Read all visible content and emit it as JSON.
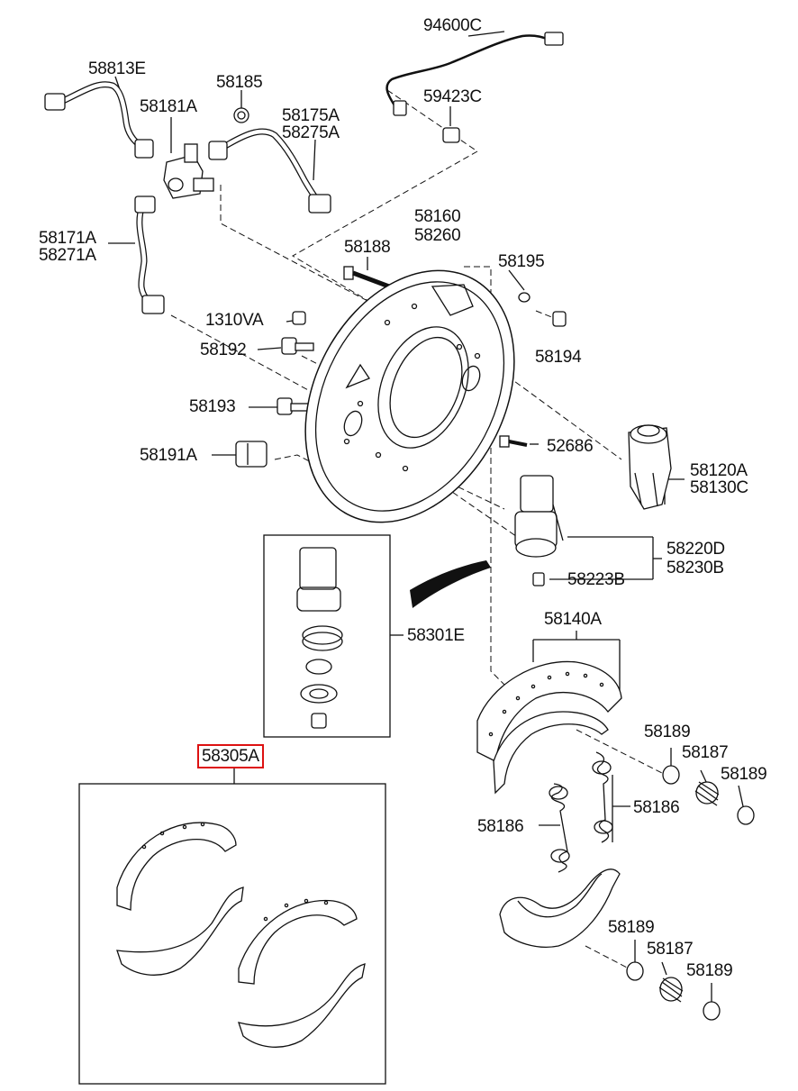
{
  "diagram": {
    "highlight_color": "#dd1111",
    "line_color": "#111111",
    "labels": {
      "p94600C": "94600C",
      "p58813E": "58813E",
      "p58185": "58185",
      "p58181A": "58181A",
      "p59423C": "59423C",
      "p58175A": "58175A",
      "p58275A": "58275A",
      "p58160": "58160",
      "p58260": "58260",
      "p58171A": "58171A",
      "p58271A": "58271A",
      "p58188": "58188",
      "p58195": "58195",
      "p1310VA": "1310VA",
      "p58192": "58192",
      "p58194": "58194",
      "p58193": "58193",
      "p52686": "52686",
      "p58191A": "58191A",
      "p58120A": "58120A",
      "p58130C": "58130C",
      "p58220D": "58220D",
      "p58230B": "58230B",
      "p58223B": "58223B",
      "p58301E": "58301E",
      "p58140A": "58140A",
      "p58305A": "58305A",
      "p58189a": "58189",
      "p58187a": "58187",
      "p58189b": "58189",
      "p58186a": "58186",
      "p58186b": "58186",
      "p58189c": "58189",
      "p58187b": "58187",
      "p58189d": "58189"
    }
  }
}
